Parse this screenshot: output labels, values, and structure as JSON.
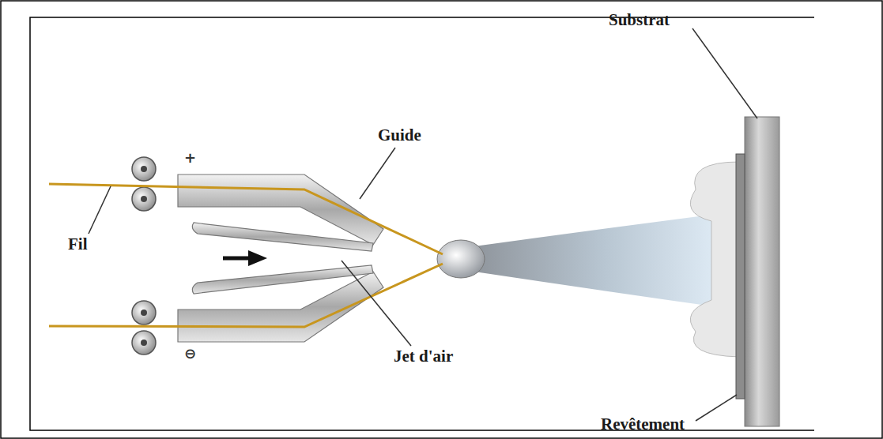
{
  "diagram": {
    "labels": [
      "Substrat",
      "Guide",
      "+",
      "Fil",
      "Jet d'air",
      "⊖",
      "Revêtement"
    ]
  }
}
